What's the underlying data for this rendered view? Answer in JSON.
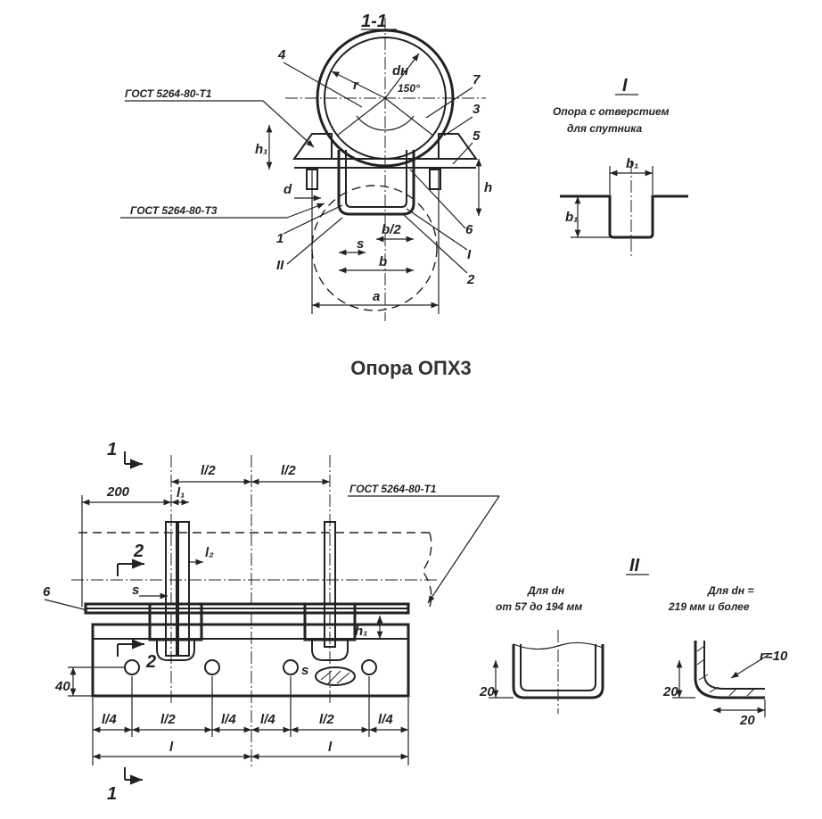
{
  "caption": "Опора ОПХ3",
  "section_view": {
    "title": "1-1",
    "dims": {
      "r": "r",
      "dn": "dн",
      "angle": "150°",
      "h1": "h₁",
      "h": "h",
      "d": "d",
      "s": "s",
      "b_half": "b/2",
      "b": "b",
      "a": "a"
    },
    "gost_t1": "ГОСТ 5264-80-Т1",
    "gost_t3": "ГОСТ 5264-80-Т3",
    "callouts": [
      "4",
      "7",
      "3",
      "5",
      "6",
      "1",
      "2",
      "I",
      "II"
    ]
  },
  "detail_I": {
    "mark": "I",
    "title_line1": "Опора с отверстием",
    "title_line2": "для спутника",
    "dim_b1": "b₁"
  },
  "plan_view": {
    "section_mark": "1",
    "section_mark_2": "2",
    "dim_200": "200",
    "l_half": "l/2",
    "l1": "l₁",
    "l2": "l₂",
    "s": "s",
    "h1": "h₁",
    "dim_40": "40",
    "l_quarter": "l/4",
    "l": "l",
    "gost": "ГОСТ 5264-80-Т1",
    "callout_6": "6"
  },
  "detail_II": {
    "mark": "II",
    "left_line1": "Для dн",
    "left_line2": "от 57 до 194 мм",
    "right_line1": "Для dн =",
    "right_line2": "219 мм и более",
    "dim_20": "20",
    "radius": "r=10"
  }
}
